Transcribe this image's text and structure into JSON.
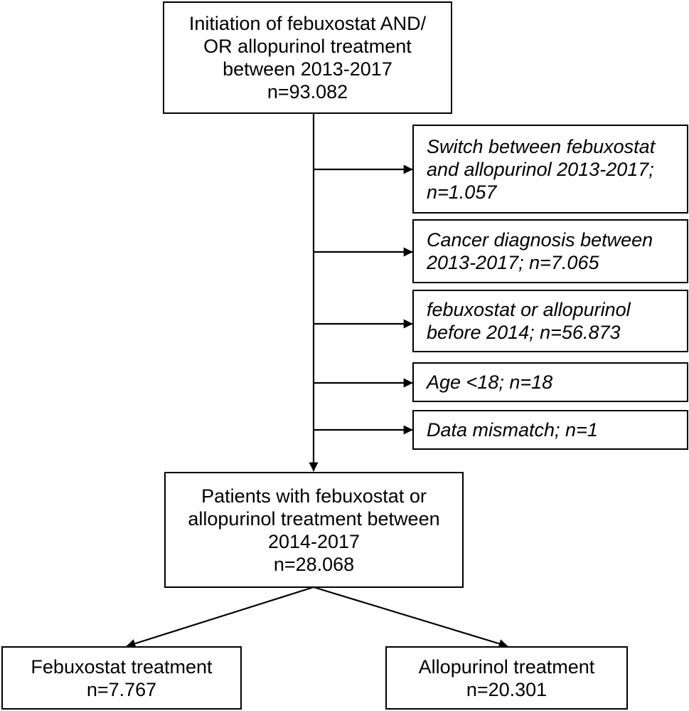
{
  "colors": {
    "stroke": "#000000",
    "background": "#ffffff",
    "text": "#000000"
  },
  "initiation_box": {
    "lines": [
      "Initiation of febuxostat AND/",
      "OR allopurinol treatment",
      "between 2013-2017",
      "n=93.082"
    ]
  },
  "exclusions": [
    {
      "lines": [
        "Switch between febuxostat",
        "and allopurinol 2013-2017;",
        "n=1.057"
      ]
    },
    {
      "lines": [
        "Cancer diagnosis between",
        "2013-2017; n=7.065"
      ]
    },
    {
      "lines": [
        "febuxostat or allopurinol",
        "before 2014; n=56.873"
      ]
    },
    {
      "lines": [
        "Age <18; n=18"
      ]
    },
    {
      "lines": [
        "Data mismatch; n=1"
      ]
    }
  ],
  "cohort_box": {
    "lines": [
      "Patients with febuxostat or",
      "allopurinol treatment between",
      "2014-2017",
      "n=28.068"
    ]
  },
  "febuxostat_box": {
    "lines": [
      "Febuxostat treatment",
      "n=7.767"
    ]
  },
  "allopurinol_box": {
    "lines": [
      "Allopurinol treatment",
      "n=20.301"
    ]
  }
}
